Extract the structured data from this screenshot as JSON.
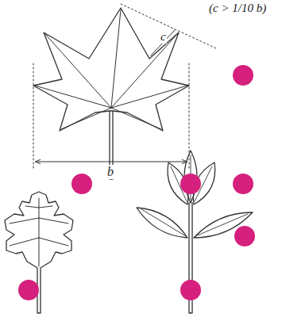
{
  "diagram": {
    "labels": [
      "(c > 1/10 b)",
      "c",
      "b"
    ]
  }
}
